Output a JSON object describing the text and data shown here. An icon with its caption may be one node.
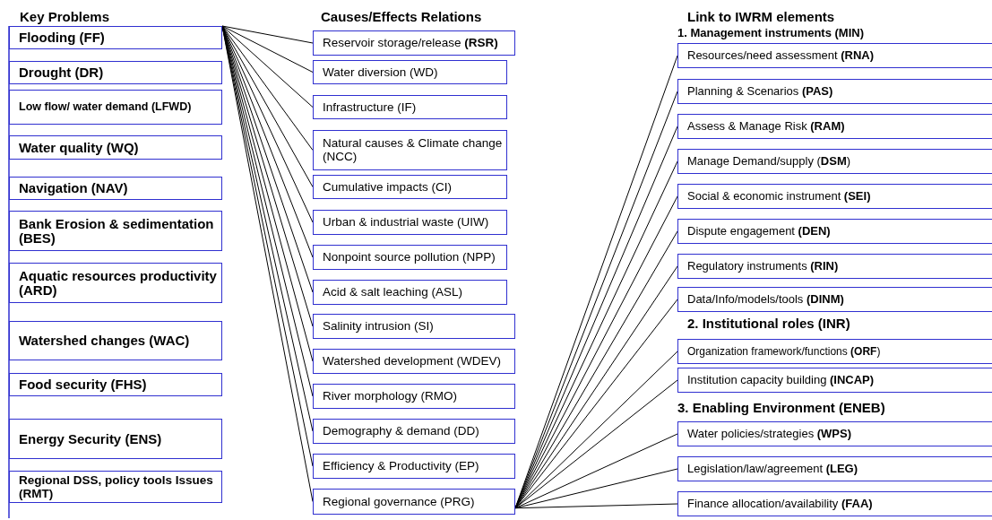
{
  "diagram": {
    "nodes": [
      {
        "text": [
          "Flooding (FF)"
        ]
      },
      {
        "text": [
          "Drought (DR)"
        ]
      },
      {
        "text": [
          "Low flow/ water demand (LFWD)"
        ]
      },
      {
        "text": [
          "Water quality (WQ)"
        ]
      },
      {
        "text": [
          "Navigation (NAV)"
        ]
      },
      {
        "text": [
          "Bank Erosion & sedimentation (BES)"
        ]
      },
      {
        "text": [
          "Aquatic resources productivity (ARD)"
        ]
      },
      {
        "text": [
          "Watershed changes (WAC)"
        ]
      },
      {
        "text": [
          "Food security (FHS)"
        ]
      },
      {
        "text": [
          "Energy Security (ENS)"
        ]
      },
      {
        "text": [
          "Regional DSS, policy tools Issues (RMT)"
        ]
      },
      {
        "text": [
          "Reservoir storage/release **(RSR)**"
        ]
      },
      {
        "text": [
          "Water diversion (WD)"
        ]
      },
      {
        "text": [
          "Infrastructure (IF)"
        ]
      },
      {
        "text": [
          "Natural causes & Climate change (NCC)"
        ]
      },
      {
        "text": [
          "Cumulative impacts (CI)"
        ]
      },
      {
        "text": [
          "Urban & industrial waste (UIW)"
        ]
      },
      {
        "text": [
          "Nonpoint source pollution (NPP)"
        ]
      },
      {
        "text": [
          "Acid & salt leaching (ASL)"
        ]
      },
      {
        "text": [
          "Salinity intrusion (SI)"
        ]
      },
      {
        "text": [
          "Watershed development (WDEV)"
        ]
      },
      {
        "text": [
          "River morphology (RMO)"
        ]
      },
      {
        "text": [
          "Demography & demand (DD)"
        ]
      },
      {
        "text": [
          "Efficiency & Productivity (EP)"
        ]
      },
      {
        "text": [
          "Regional governance (PRG)"
        ]
      },
      {
        "text": [
          "Resources/need assessment **(RNA)**"
        ]
      },
      {
        "text": [
          "Planning & Scenarios **(PAS)**"
        ]
      },
      {
        "text": [
          "Assess & Manage Risk **(RAM)**"
        ]
      },
      {
        "text": [
          "Manage Demand/supply (**DSM**)"
        ]
      },
      {
        "text": [
          "Social & economic instrument **(SEI)**"
        ]
      },
      {
        "text": [
          "Dispute engagement **(DEN)**"
        ]
      },
      {
        "text": [
          "Regulatory instruments **(RIN)**"
        ]
      },
      {
        "text": [
          "Data/Info/models/tools **(DINM)**"
        ]
      },
      {
        "text": [
          "Organization framework/functions **(ORF**)"
        ]
      },
      {
        "text": [
          "Institution capacity building **(INCAP)**"
        ]
      },
      {
        "text": [
          "Water policies/strategies **(WPS)**"
        ]
      },
      {
        "text": [
          "Legislation/law/agreement **(LEG)**"
        ]
      },
      {
        "text": [
          "Finance allocation/availability **(FAA)**"
        ]
      }
    ],
    "edges": [
      {
        "from": 0,
        "to": 11,
        "arrow": "none"
      },
      {
        "from": 0,
        "to": 12,
        "arrow": "none"
      },
      {
        "from": 0,
        "to": 13,
        "arrow": "none"
      },
      {
        "from": 0,
        "to": 14,
        "arrow": "none"
      },
      {
        "from": 0,
        "to": 15,
        "arrow": "none"
      },
      {
        "from": 0,
        "to": 16,
        "arrow": "none"
      },
      {
        "from": 0,
        "to": 17,
        "arrow": "none"
      },
      {
        "from": 0,
        "to": 18,
        "arrow": "none"
      },
      {
        "from": 0,
        "to": 19,
        "arrow": "none"
      },
      {
        "from": 0,
        "to": 20,
        "arrow": "none"
      },
      {
        "from": 0,
        "to": 21,
        "arrow": "none"
      },
      {
        "from": 0,
        "to": 22,
        "arrow": "none"
      },
      {
        "from": 0,
        "to": 23,
        "arrow": "none"
      },
      {
        "from": 0,
        "to": 24,
        "arrow": "none"
      },
      {
        "from": 24,
        "to": 25,
        "arrow": "none"
      },
      {
        "from": 24,
        "to": 26,
        "arrow": "none"
      },
      {
        "from": 24,
        "to": 27,
        "arrow": "none"
      },
      {
        "from": 24,
        "to": 28,
        "arrow": "none"
      },
      {
        "from": 24,
        "to": 29,
        "arrow": "none"
      },
      {
        "from": 24,
        "to": 30,
        "arrow": "none"
      },
      {
        "from": 24,
        "to": 31,
        "arrow": "none"
      },
      {
        "from": 24,
        "to": 32,
        "arrow": "none"
      },
      {
        "from": 24,
        "to": 33,
        "arrow": "none"
      },
      {
        "from": 24,
        "to": 34,
        "arrow": "none"
      },
      {
        "from": 24,
        "to": 35,
        "arrow": "none"
      },
      {
        "from": 24,
        "to": 36,
        "arrow": "none"
      },
      {
        "from": 24,
        "to": 37,
        "arrow": "none"
      }
    ],
    "labels": [
      "Key Problems",
      "Causes/Effects Relations",
      "Link to IWRM elements",
      "1. Management instruments (MIN)",
      "2. Institutional roles (INR)",
      "3. Enabling Environment (ENEB)"
    ]
  }
}
